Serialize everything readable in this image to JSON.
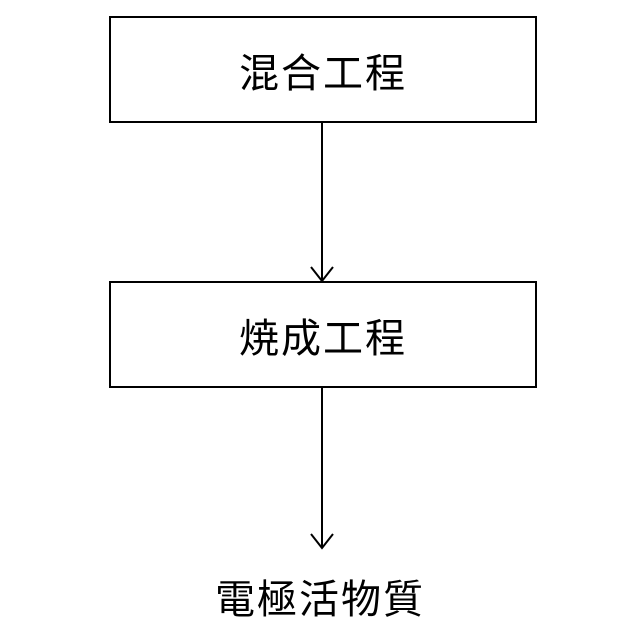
{
  "flowchart": {
    "steps": [
      {
        "label": "混合工程"
      },
      {
        "label": "焼成工程"
      }
    ],
    "output": {
      "label": "電極活物質"
    }
  }
}
